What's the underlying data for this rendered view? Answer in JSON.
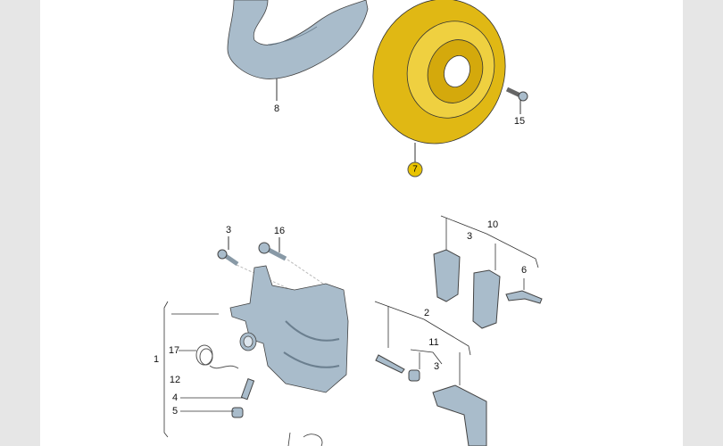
{
  "diagram": {
    "title": "Rear brake exploded view",
    "colors": {
      "disc": "#e8c21a",
      "parts": "#a9bccb",
      "highlight": "#e9c300"
    },
    "labels": {
      "splash_shield": "8",
      "brake_disc": "7",
      "disc_screw": "15",
      "bolt_top": "3",
      "bolt_16": "16",
      "pad_set": "10",
      "pad_sub": "3",
      "pad_clip": "6",
      "guide_kit": "2",
      "bush_kit": "11",
      "bush_sub": "3",
      "caliper_housing": "1",
      "spring": "17",
      "caliper_sub": "12",
      "bleeder_valve": "4",
      "bleeder_cap": "5"
    }
  }
}
